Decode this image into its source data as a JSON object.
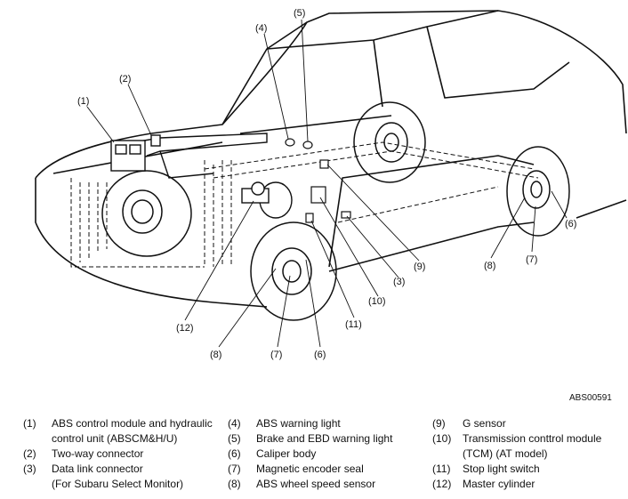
{
  "figure_code": "ABS00591",
  "callouts": [
    "(1)",
    "(2)",
    "(3)",
    "(4)",
    "(5)",
    "(6)",
    "(7)",
    "(8)",
    "(9)",
    "(10)",
    "(11)",
    "(12)"
  ],
  "legend": {
    "col1": [
      {
        "num": "(1)",
        "text": "ABS control module and hydraulic",
        "text2": "control unit (ABSCM&H/U)"
      },
      {
        "num": "(2)",
        "text": "Two-way connector",
        "text2": ""
      },
      {
        "num": "(3)",
        "text": "Data link connector",
        "text2": "(For Subaru Select Monitor)"
      }
    ],
    "col2": [
      {
        "num": "(4)",
        "text": "ABS warning light"
      },
      {
        "num": "(5)",
        "text": "Brake and EBD warning light"
      },
      {
        "num": "(6)",
        "text": "Caliper body"
      },
      {
        "num": "(7)",
        "text": "Magnetic encoder seal"
      },
      {
        "num": "(8)",
        "text": "ABS wheel speed sensor"
      }
    ],
    "col3": [
      {
        "num": "(9)",
        "text": "G sensor",
        "text2": ""
      },
      {
        "num": "(10)",
        "text": "Transmission conttrol module",
        "text2": "(TCM) (AT model)"
      },
      {
        "num": "(11)",
        "text": "Stop light switch",
        "text2": ""
      },
      {
        "num": "(12)",
        "text": "Master cylinder",
        "text2": ""
      }
    ]
  }
}
